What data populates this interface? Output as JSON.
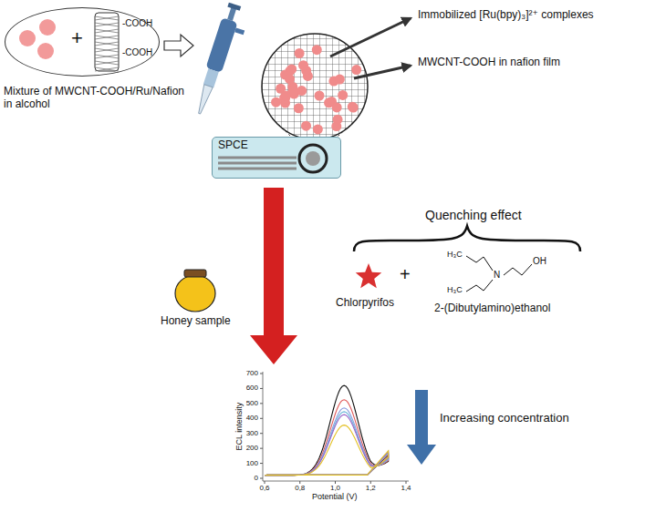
{
  "diagram": {
    "nodes": [
      {
        "text": [
          "+"
        ]
      },
      {
        "text": [
          "SPCE"
        ]
      }
    ],
    "labels": [
      "Mixture of MWCNT-COOH/Ru/Nafion in alcohol",
      "-COOH",
      "-COOH",
      "Immobilized [Ru(bpy)₃]²⁺ complexes",
      "MWCNT-COOH in nafion film",
      "Honey sample",
      "Quenching effect",
      "Chlorpyrifos",
      "+",
      "H₃C",
      "H₃C",
      "N",
      "OH",
      "2-(Dibutylamino)ethanol",
      "ECL intensity",
      "Potential (V)",
      "0",
      "100",
      "200",
      "300",
      "400",
      "500",
      "600",
      "700",
      "0,6",
      "0,8",
      "1,0",
      "1,2",
      "1,4",
      "Increasing concentration"
    ]
  }
}
